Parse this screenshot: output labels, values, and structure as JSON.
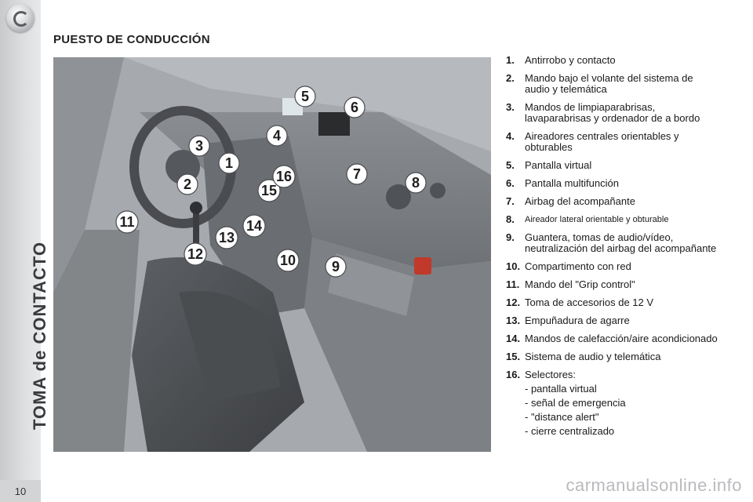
{
  "sidebar": {
    "section_title": "TOMA de CONTACTO",
    "page_number": "10"
  },
  "heading": "PUESTO DE CONDUCCIÓN",
  "illustration": {
    "callouts": [
      "1",
      "2",
      "3",
      "4",
      "5",
      "6",
      "7",
      "8",
      "9",
      "10",
      "11",
      "12",
      "13",
      "14",
      "15",
      "16"
    ]
  },
  "legend": [
    {
      "num": "1.",
      "text": "Antirrobo y contacto"
    },
    {
      "num": "2.",
      "text": "Mando bajo el volante del sistema de audio y telemática"
    },
    {
      "num": "3.",
      "text": "Mandos de limpiaparabrisas, lavaparabrisas y ordenador de a bordo"
    },
    {
      "num": "4.",
      "text": "Aireadores centrales orientables y obturables"
    },
    {
      "num": "5.",
      "text": "Pantalla virtual"
    },
    {
      "num": "6.",
      "text": "Pantalla multifunción"
    },
    {
      "num": "7.",
      "text": "Airbag del acompañante"
    },
    {
      "num": "8.",
      "text": "Aireador lateral orientable y obturable"
    },
    {
      "num": "9.",
      "text": "Guantera, tomas de audio/vídeo, neutralización del airbag del acompañante"
    },
    {
      "num": "10.",
      "text": "Compartimento con red"
    },
    {
      "num": "11.",
      "text": "Mando del \"Grip control\""
    },
    {
      "num": "12.",
      "text": "Toma de accesorios de 12 V"
    },
    {
      "num": "13.",
      "text": "Empuñadura de agarre"
    },
    {
      "num": "14.",
      "text": "Mandos de calefacción/aire acondicionado"
    },
    {
      "num": "15.",
      "text": "Sistema de audio y telemática"
    },
    {
      "num": "16.",
      "text": "Selectores:"
    }
  ],
  "selectors": [
    "- pantalla virtual",
    "- señal de emergencia",
    "- \"distance alert\"",
    "- cierre centralizado"
  ],
  "watermark": "carmanualsonline.info"
}
